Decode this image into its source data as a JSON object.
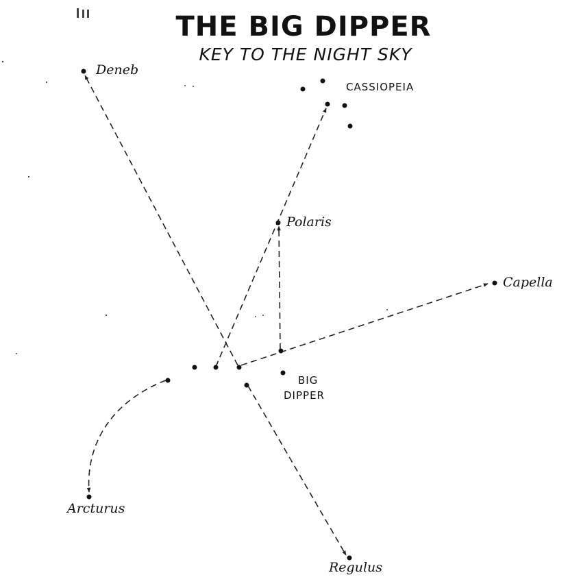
{
  "title": "THE BIG DIPPER",
  "subtitle": "KEY TO THE NIGHT SKY",
  "stars": {
    "deneb": "Deneb",
    "polaris": "Polaris",
    "capella": "Capella",
    "arcturus": "Arcturus",
    "regulus": "Regulus"
  },
  "constellations": {
    "cassiopeia": "CASSIOPEIA",
    "big_dipper_line1": "BIG",
    "big_dipper_line2": "DIPPER"
  },
  "colors": {
    "ink": "#111111",
    "paper": "#ffffff"
  }
}
